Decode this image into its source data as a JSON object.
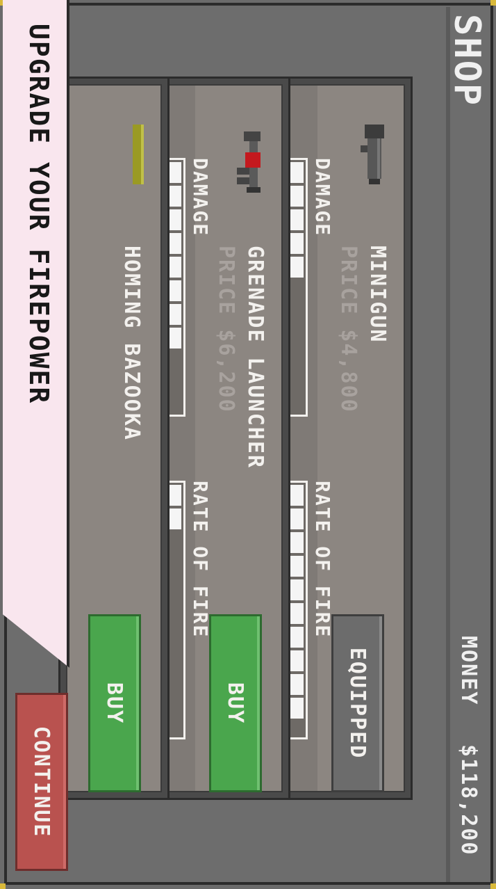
{
  "header": {
    "title": "SHOP",
    "money_label": "MONEY",
    "money_value": "$118,200"
  },
  "weapons": [
    {
      "name": "MINIGUN",
      "price": "PRICE $4,800",
      "damage_label": "DAMAGE",
      "damage_level": 5,
      "rate_label": "RATE OF FIRE",
      "rate_level": 10,
      "action": "EQUIPPED",
      "icon": "minigun-icon"
    },
    {
      "name": "GRENADE LAUNCHER",
      "price": "PRICE $6,200",
      "damage_label": "DAMAGE",
      "damage_level": 8,
      "rate_label": "RATE OF FIRE",
      "rate_level": 2,
      "action": "BUY",
      "icon": "grenade-launcher-icon"
    },
    {
      "name": "HOMING BAZOOKA",
      "action": "BUY",
      "icon": "homing-bazooka-icon"
    }
  ],
  "bar_max_segments": 10,
  "banner": {
    "text": "UPGRADE YOUR FIREPOWER"
  },
  "footer": {
    "continue_label": "CONTINUE"
  },
  "colors": {
    "buy": "#4aa64d",
    "equipped": "#6c6c6c",
    "continue": "#b9524f",
    "banner": "#f9e6ee"
  }
}
